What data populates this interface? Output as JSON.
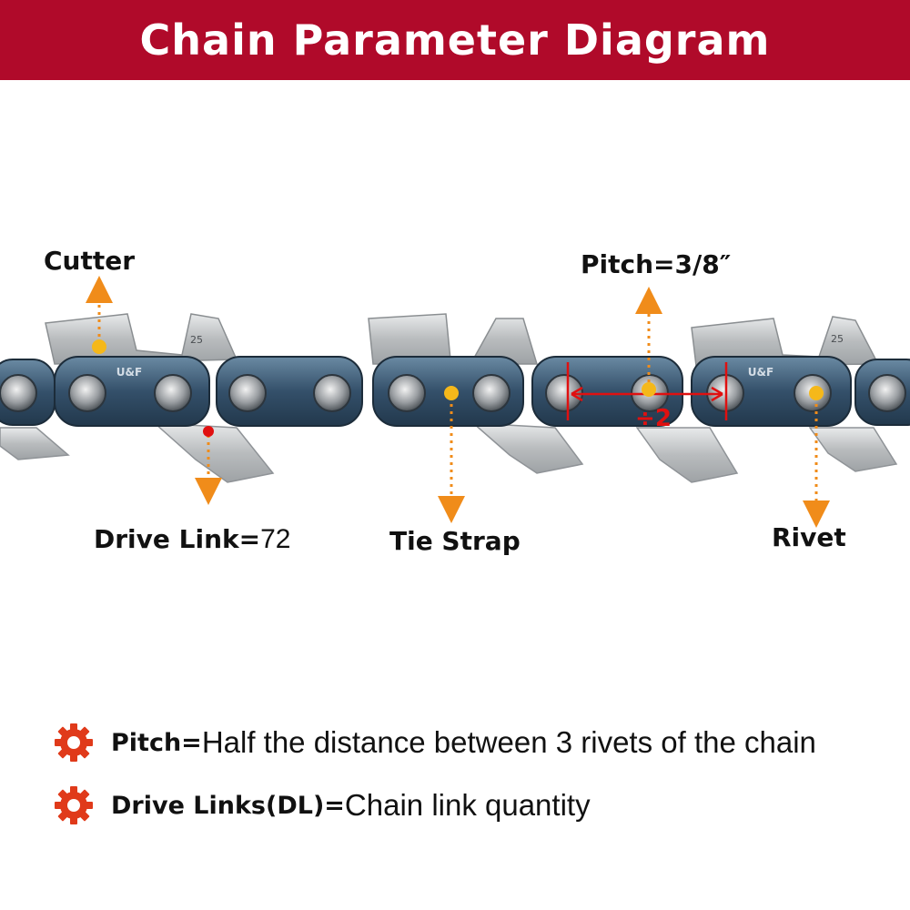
{
  "header": {
    "title": "Chain Parameter Diagram"
  },
  "colors": {
    "banner": "#b00a2a",
    "arrow": "#f08c1a",
    "marker": "#e01010",
    "steel": "#c9cbcc",
    "link": "#3d5870"
  },
  "diagram": {
    "labels": {
      "cutter": "Cutter",
      "pitch": "Pitch=3/8″",
      "drive_link_term": "Drive Link=",
      "drive_link_value": "72",
      "tie_strap": "Tie Strap",
      "rivet": "Rivet",
      "pitch_divisor": "÷2"
    },
    "stamps": {
      "brand": "U&F",
      "gauge": "25"
    }
  },
  "legend": [
    {
      "icon": "gear-icon",
      "term": "Pitch=",
      "definition": "Half the distance between 3 rivets of the chain"
    },
    {
      "icon": "gear-icon",
      "term": "Drive Links(DL)=",
      "definition": "Chain link quantity"
    }
  ]
}
